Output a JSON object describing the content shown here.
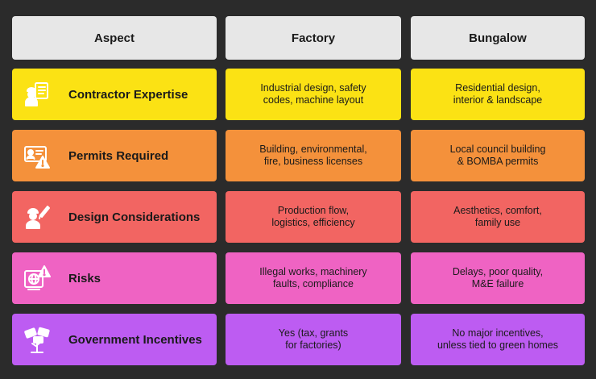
{
  "headers": {
    "aspect": "Aspect",
    "factory": "Factory",
    "bungalow": "Bungalow"
  },
  "rows": [
    {
      "aspect": "Contractor Expertise",
      "factory": "Industrial design, safety\ncodes, machine layout",
      "bungalow": "Residential design,\ninterior & landscape",
      "color": "#fbe214",
      "icon": "engineer-clipboard-icon"
    },
    {
      "aspect": "Permits Required",
      "factory": "Building, environmental,\nfire, business licenses",
      "bungalow": "Local council building\n& BOMBA permits",
      "color": "#f4913b",
      "icon": "id-card-warning-icon"
    },
    {
      "aspect": "Design Considerations",
      "factory": "Production flow,\nlogistics, efficiency",
      "bungalow": "Aesthetics, comfort,\nfamily use",
      "color": "#f26562",
      "icon": "designer-pencil-icon"
    },
    {
      "aspect": "Risks",
      "factory": "Illegal works, machinery\nfaults, compliance",
      "bungalow": "Delays, poor quality,\nM&E failure",
      "color": "#ef63c3",
      "icon": "globe-warning-icon"
    },
    {
      "aspect": "Government Incentives",
      "factory": "Yes (tax, grants\nfor factories)",
      "bungalow": "No major incentives,\nunless tied to green homes",
      "color": "#bd5cf2",
      "icon": "money-tree-icon"
    }
  ]
}
